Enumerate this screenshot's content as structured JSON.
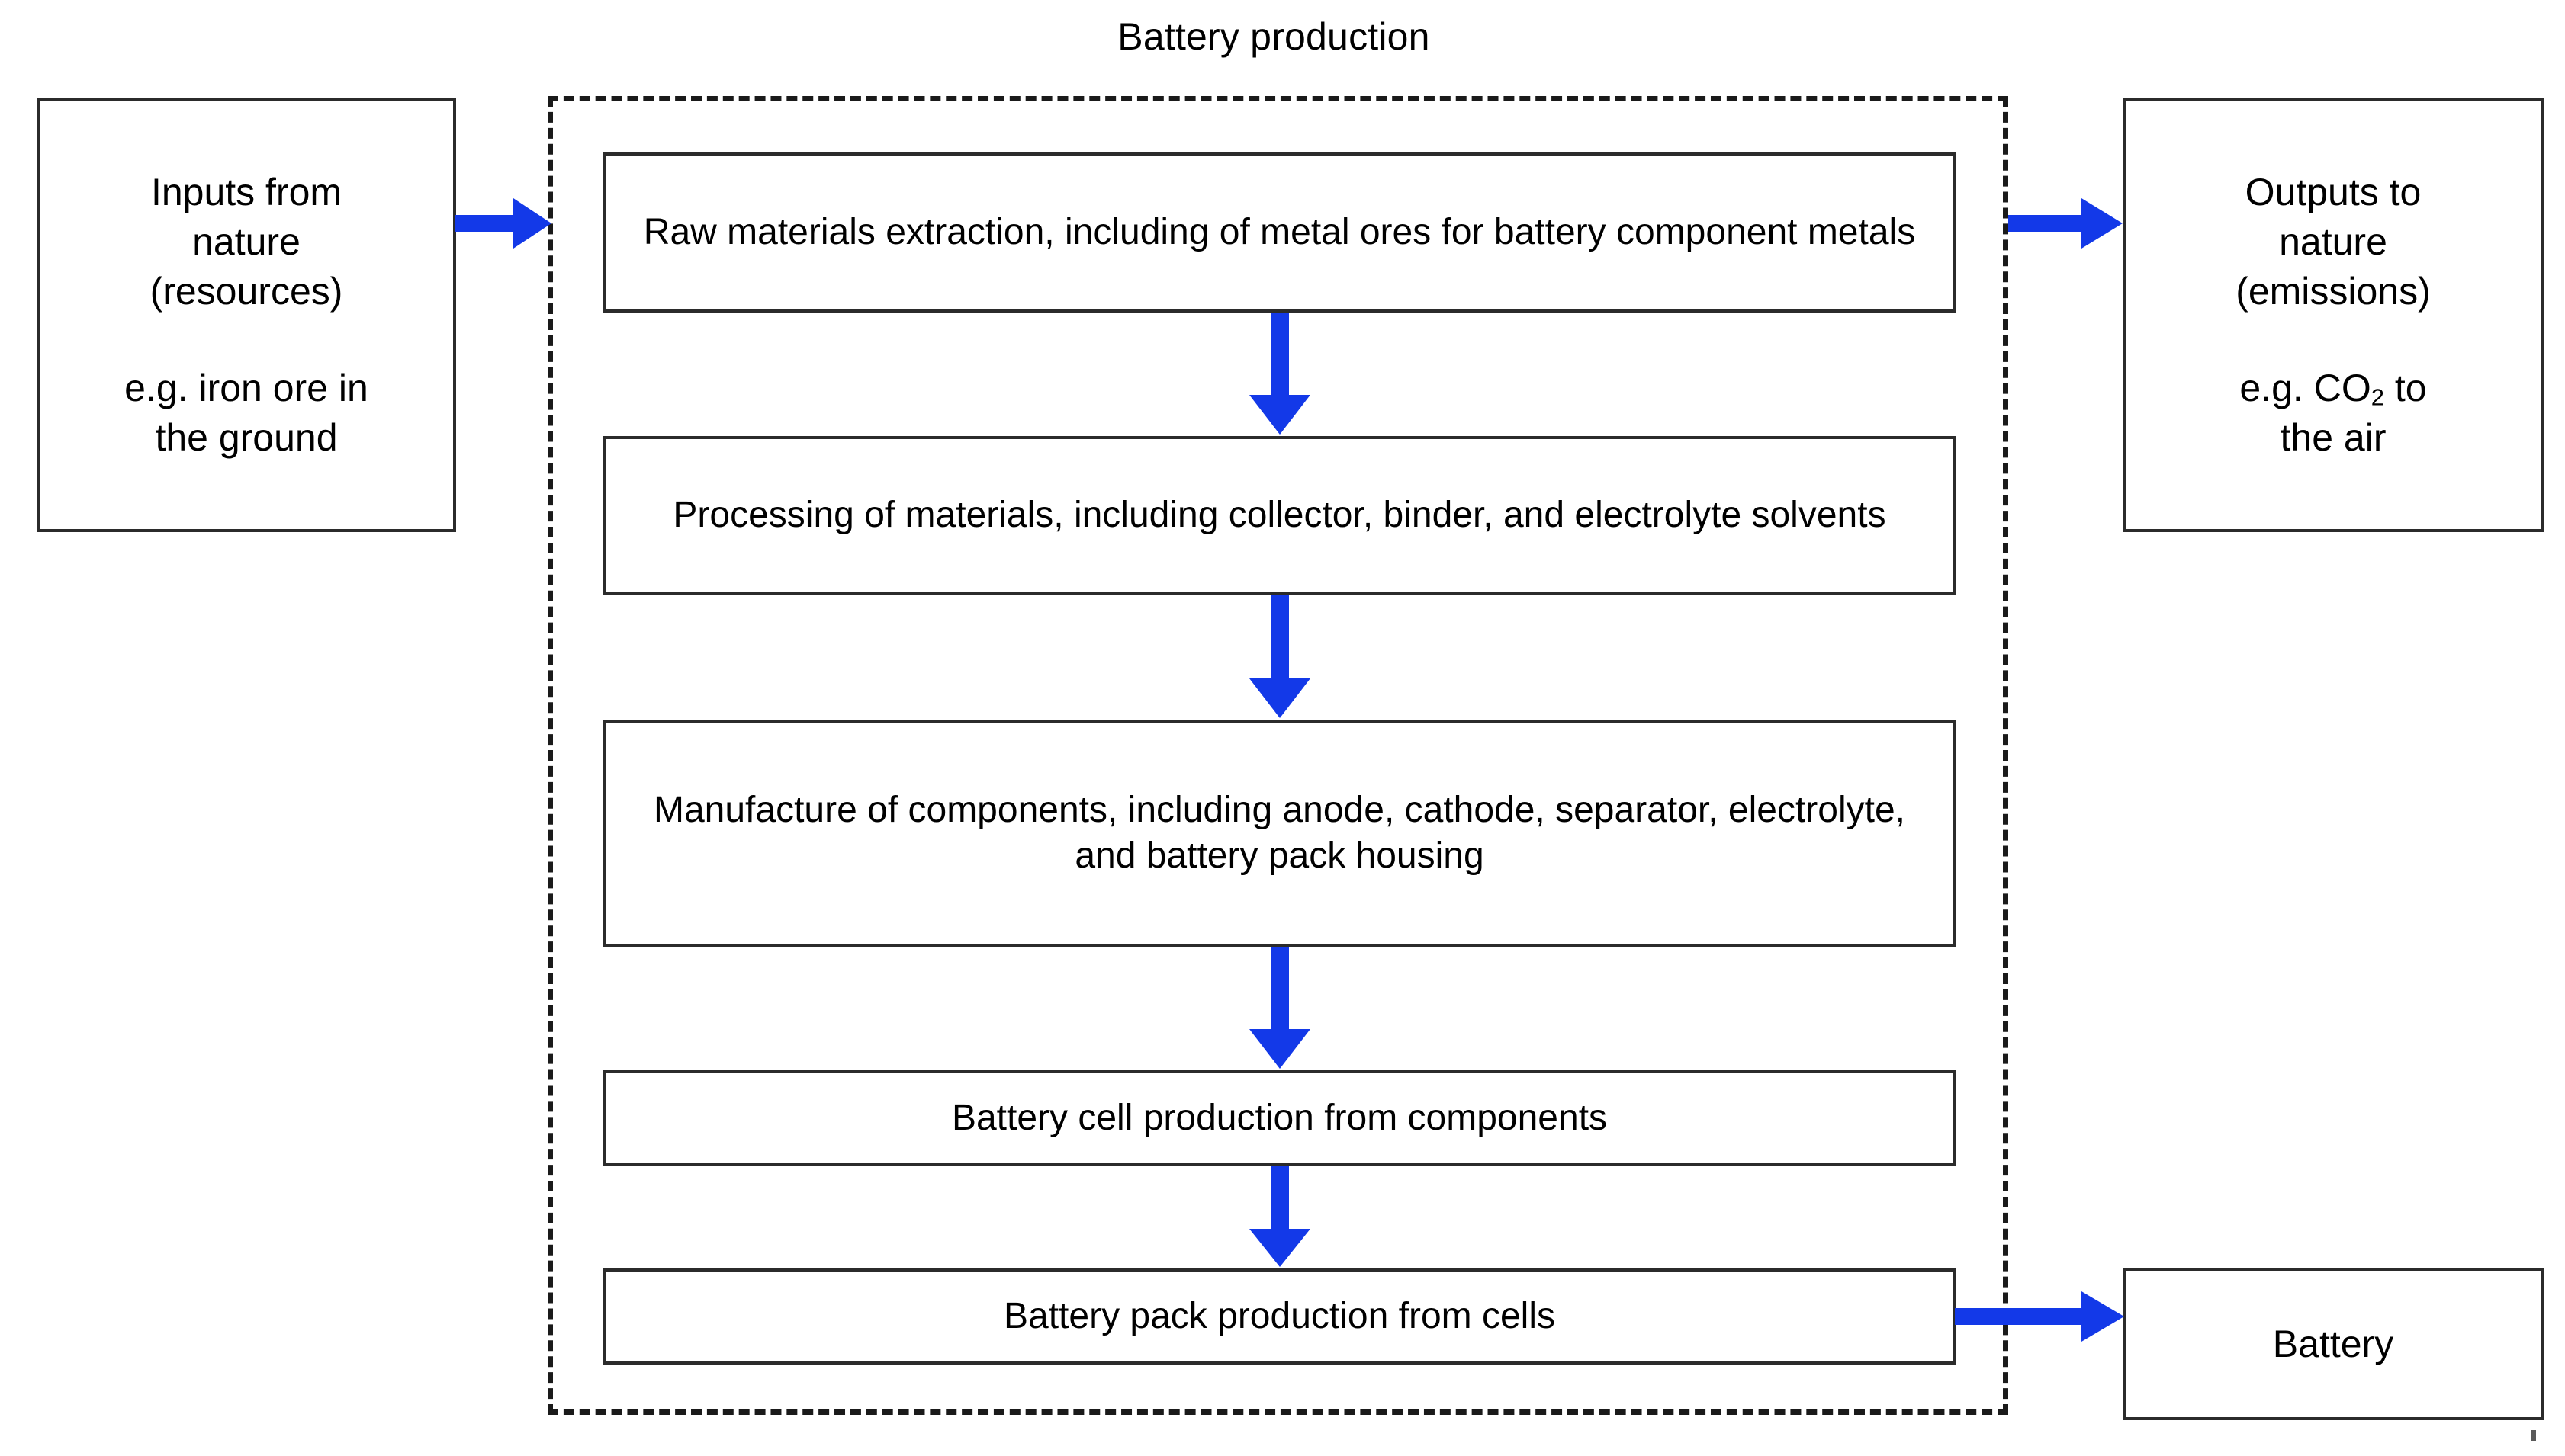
{
  "title": "Battery production",
  "colors": {
    "arrow_blue": "#1339e8",
    "box_border": "#2b2b2b",
    "boundary_dashed": "#1a1a1a",
    "background": "#ffffff"
  },
  "inputs_box": {
    "line1": "Inputs from",
    "line2": "nature",
    "line3": "(resources)",
    "example_line1": "e.g. iron ore in",
    "example_line2": "the ground"
  },
  "outputs_box": {
    "line1": "Outputs to",
    "line2": "nature",
    "line3": "(emissions)",
    "example_line1_pre": "e.g. CO",
    "example_line1_sub": "2",
    "example_line1_post": " to",
    "example_line2": "the air"
  },
  "product_box": {
    "label": "Battery"
  },
  "process_steps": [
    {
      "id": "step-1",
      "text": "Raw materials extraction, including of metal ores for battery component metals"
    },
    {
      "id": "step-2",
      "text": "Processing of materials, including collector, binder, and electrolyte solvents"
    },
    {
      "id": "step-3",
      "text": "Manufacture of components, including anode, cathode, separator, electrolyte, and battery pack housing"
    },
    {
      "id": "step-4",
      "text": "Battery cell production from components"
    },
    {
      "id": "step-5",
      "text": "Battery pack production from cells"
    }
  ],
  "arrows": [
    {
      "id": "arrow-inputs-to-boundary",
      "direction": "right",
      "from": "inputs-box",
      "to": "system-boundary"
    },
    {
      "id": "arrow-boundary-to-outputs",
      "direction": "right",
      "from": "system-boundary",
      "to": "outputs-box"
    },
    {
      "id": "arrow-step1-to-step2",
      "direction": "down",
      "from": "step-1",
      "to": "step-2"
    },
    {
      "id": "arrow-step2-to-step3",
      "direction": "down",
      "from": "step-2",
      "to": "step-3"
    },
    {
      "id": "arrow-step3-to-step4",
      "direction": "down",
      "from": "step-3",
      "to": "step-4"
    },
    {
      "id": "arrow-step4-to-step5",
      "direction": "down",
      "from": "step-4",
      "to": "step-5"
    },
    {
      "id": "arrow-step5-to-battery",
      "direction": "right",
      "from": "step-5",
      "to": "product-box"
    }
  ]
}
